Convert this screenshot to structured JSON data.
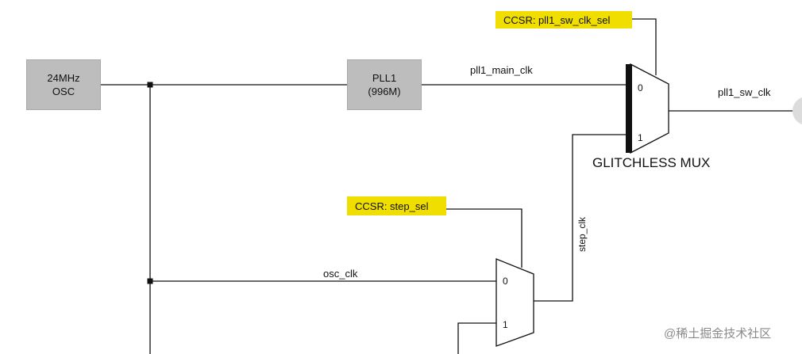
{
  "blocks": {
    "osc": {
      "label": "24MHz\nOSC"
    },
    "pll1": {
      "label": "PLL1\n(996M)"
    }
  },
  "registers": {
    "pll1_sw_clk_sel": "CCSR: pll1_sw_clk_sel",
    "step_sel": "CCSR: step_sel"
  },
  "signals": {
    "pll1_main_clk": "pll1_main_clk",
    "pll1_sw_clk": "pll1_sw_clk",
    "step_clk": "step_clk",
    "osc_clk": "osc_clk"
  },
  "muxes": {
    "glitchless": {
      "title": "GLITCHLESS MUX",
      "in0": "0",
      "in1": "1"
    },
    "step": {
      "in0": "0",
      "in1": "1"
    }
  },
  "watermark": "@稀土掘金技术社区",
  "colors": {
    "register_fill": "#f0de00",
    "block_fill": "#bdbdbd",
    "wire": "#111111"
  }
}
